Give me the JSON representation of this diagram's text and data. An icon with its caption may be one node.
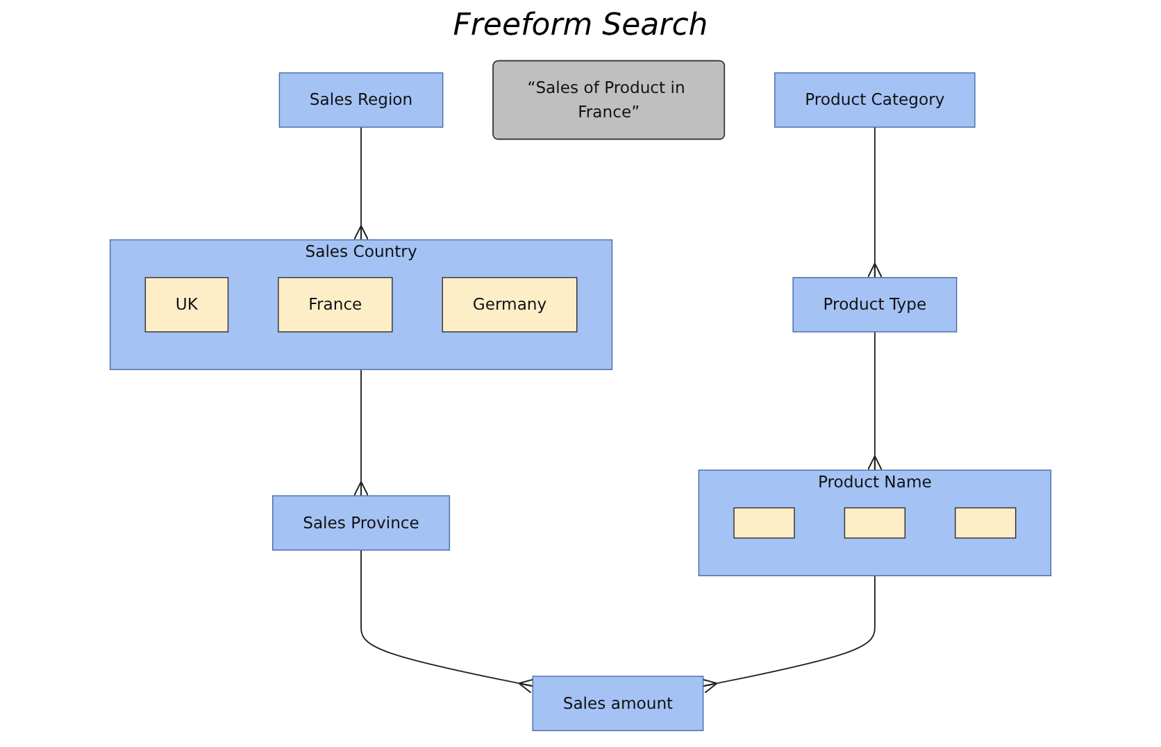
{
  "diagram": {
    "nodes": [
      {
        "text": [
          "Sales Region"
        ]
      },
      {
        "text": [
          "Sales Country"
        ]
      },
      {
        "text": [
          "UK"
        ],
        "in": 1
      },
      {
        "text": [
          "France"
        ],
        "in": 1
      },
      {
        "text": [
          "Germany"
        ],
        "in": 1
      },
      {
        "text": [
          "Sales Province"
        ]
      },
      {
        "text": [
          "“Sales of Product in France”"
        ]
      },
      {
        "text": [
          "Sales amount"
        ]
      },
      {
        "text": [
          "Product Category"
        ]
      },
      {
        "text": [
          "Product Type"
        ]
      },
      {
        "text": [
          "Product Name"
        ]
      },
      {
        "text": [],
        "shape": "box",
        "in": 10
      },
      {
        "text": [],
        "shape": "box",
        "in": 10
      },
      {
        "text": [],
        "shape": "box",
        "in": 10
      }
    ],
    "edges": [
      {
        "from": 0,
        "to": 1,
        "arrow": "other"
      },
      {
        "from": 1,
        "to": 5,
        "arrow": "other"
      },
      {
        "from": 5,
        "to": 7,
        "arrow": "other"
      },
      {
        "from": 8,
        "to": 9,
        "arrow": "other"
      },
      {
        "from": 9,
        "to": 10,
        "arrow": "other"
      },
      {
        "from": 10,
        "to": 7,
        "arrow": "other"
      }
    ],
    "labels": [
      "Freeform Search"
    ]
  }
}
